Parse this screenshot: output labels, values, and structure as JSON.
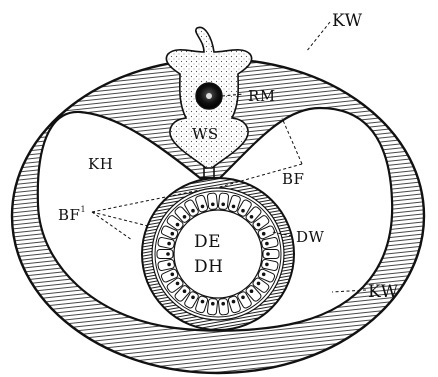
{
  "figure": {
    "labels": {
      "kw_top": "KW",
      "kw_right": "KW",
      "rm": "RM",
      "ws": "WS",
      "kh": "KH",
      "bf": "BF",
      "bf1": "BF",
      "bf1_sup": "1",
      "dw": "DW",
      "de": "DE",
      "dh": "DH"
    },
    "colors": {
      "ink": "#111111",
      "body_wall_fill": "#c9c9c9",
      "vertebra_fill": "#dedede",
      "cavity_fill": "#ffffff"
    }
  }
}
